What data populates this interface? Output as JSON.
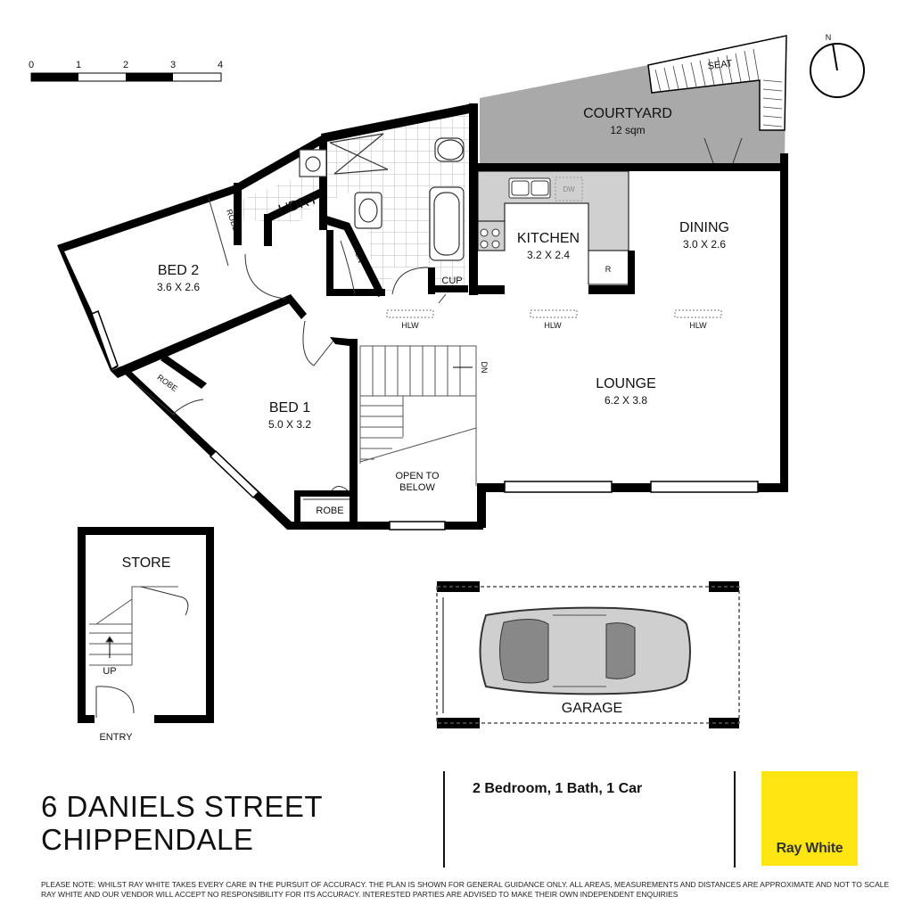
{
  "scale": {
    "ticks": [
      "0",
      "1",
      "2",
      "3",
      "4"
    ]
  },
  "compass": {
    "north_label": "N"
  },
  "rooms": {
    "courtyard": {
      "name": "COURTYARD",
      "dims": "12 sqm"
    },
    "seat": "SEAT",
    "kitchen": {
      "name": "KITCHEN",
      "dims": "3.2 X 2.4"
    },
    "dining": {
      "name": "DINING",
      "dims": "3.0 X 2.6"
    },
    "lounge": {
      "name": "LOUNGE",
      "dims": "6.2 X 3.8"
    },
    "bed2": {
      "name": "BED 2",
      "dims": "3.6 X 2.6"
    },
    "bed1": {
      "name": "BED 1",
      "dims": "5.0 X 3.2"
    },
    "laundry": "L'DRY",
    "linen": "LINEN",
    "robe_bed2": "ROBE",
    "robe_bed1_left": "ROBE",
    "robe_bed1_bottom": "ROBE",
    "cup": "CUP",
    "dishwasher": "DW",
    "fridge": "R",
    "hlw": [
      "HLW",
      "HLW",
      "HLW"
    ],
    "stair_dn": "DN",
    "open_to_below": [
      "OPEN TO",
      "BELOW"
    ],
    "store": "STORE",
    "store_up": "UP",
    "entry": "ENTRY",
    "garage": "GARAGE"
  },
  "address": {
    "line1": "6 DANIELS STREET",
    "line2": "CHIPPENDALE"
  },
  "summary": "2 Bedroom, 1 Bath, 1 Car",
  "brand": {
    "name": "Ray White",
    "color": "#ffe512"
  },
  "disclaimer": {
    "line1": "PLEASE NOTE: WHILST RAY WHITE TAKES EVERY CARE IN THE PURSUIT OF ACCURACY. THE PLAN IS SHOWN FOR GENERAL GUIDANCE ONLY. ALL AREAS, MEASUREMENTS AND DISTANCES ARE APPROXIMATE AND NOT TO SCALE",
    "line2": "RAY WHITE AND OUR VENDOR WILL ACCEPT NO RESPONSIBILITY FOR ITS ACCURACY. INTERESTED PARTIES ARE ADVISED TO MAKE THEIR OWN INDEPENDENT ENQUIRIES"
  },
  "colors": {
    "wall": "#000000",
    "courtyard_paving": "#a9a9a9",
    "bench": "#d0d0d0",
    "tile_grid": "#bdbdbd"
  }
}
